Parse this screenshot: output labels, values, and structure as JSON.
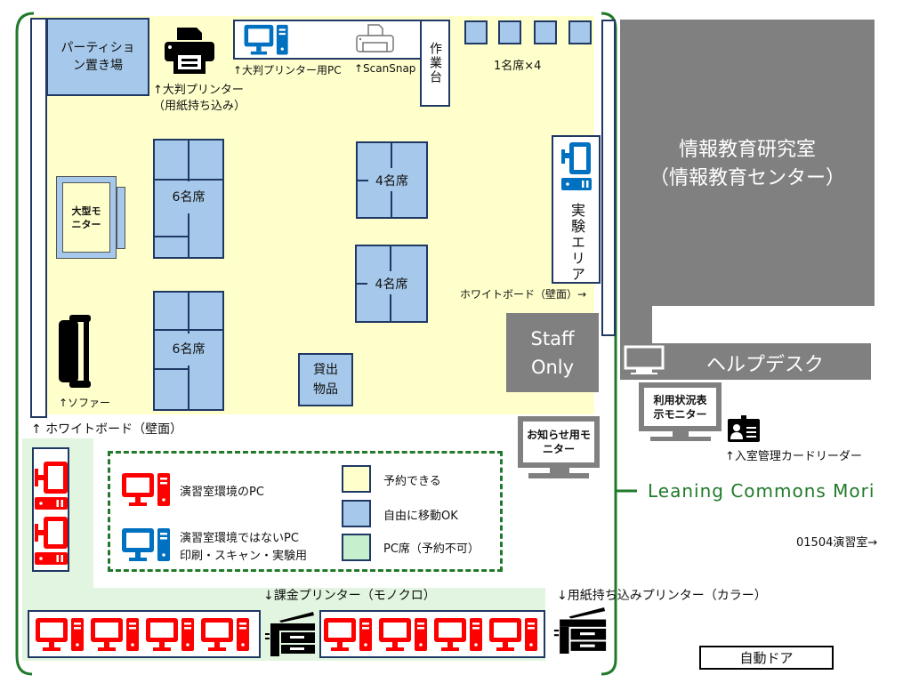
{
  "colors": {
    "reservable": "#FFFFCC",
    "movable": "#A6C8EA",
    "pc_area": "#E2F5E0",
    "lab_pc": "#FF0000",
    "other_pc": "#0070C0",
    "boundary": "#217A2B",
    "staff": "#808080"
  },
  "areas": {
    "partition": "パーティション置き場",
    "large_printer": "↑大判プリンター",
    "large_printer_note": "（用紙持ち込み）",
    "large_printer_pc": "↑大判プリンター用PC",
    "scansnap": "↑ScanSnap",
    "workbench": "作業台",
    "single_seats": "1名席×4",
    "six_seat_top": "6名席",
    "six_seat_bottom": "6名席",
    "four_seat_top": "4名席",
    "four_seat_bottom": "4名席",
    "large_monitor": "大型モニター",
    "lending": "貸出物品",
    "sofa": "↑ソファー",
    "whiteboard_left": "↑ ホワイトボード（壁面）",
    "whiteboard_right": "ホワイトボード（壁面）→",
    "experiment": "実験エリア",
    "staff_only": "Staff Only",
    "research_room": "情報教育研究室",
    "research_room_sub": "（情報教育センター）",
    "helpdesk": "ヘルプデスク",
    "status_monitor": "利用状況表示モニター",
    "card_reader": "↑入室管理カードリーダー",
    "notice_monitor": "お知らせ用モニター",
    "commons_name": "Leaning Commons Mori",
    "room_01504": "01504演習室→",
    "mono_printer": "↓課金プリンター（モノクロ）",
    "color_printer": "↓用紙持ち込みプリンター（カラー）",
    "auto_door": "自動ドア"
  },
  "legend": {
    "lab_pc": "演習室環境のPC",
    "other_pc": "演習室環境ではないPC",
    "other_pc_use": "印刷・スキャン・実験用",
    "reservable": "予約できる",
    "movable": "自由に移動OK",
    "pc_seat": "PC席（予約不可）"
  }
}
